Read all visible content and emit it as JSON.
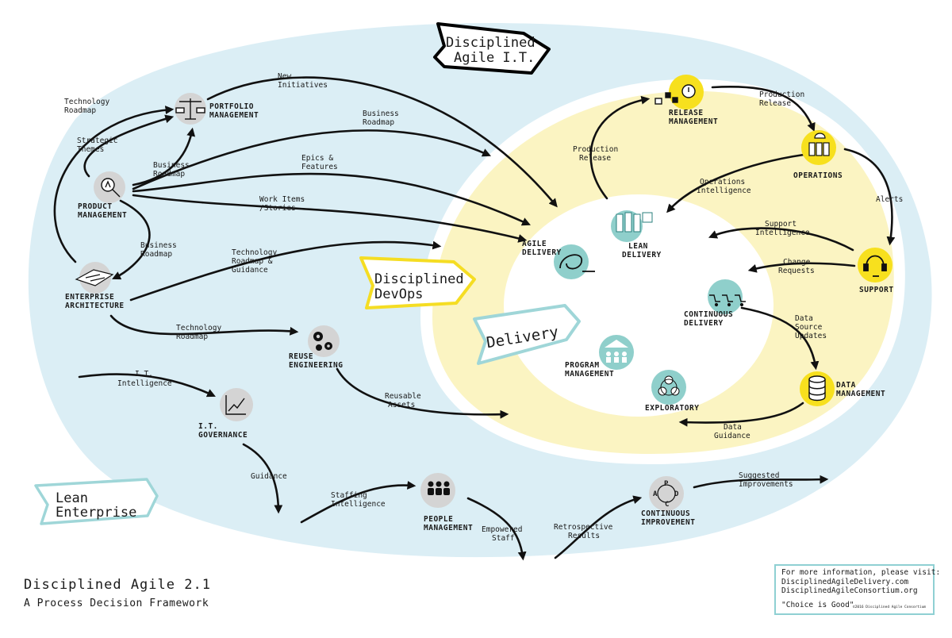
{
  "title": "Disciplined Agile 2.1",
  "subtitle": "A Process Decision Framework",
  "colors": {
    "outer": "#dbeef5",
    "ring": "#fbf4c2",
    "node_gray": "#d4d4d4",
    "node_yellow": "#f7e01e",
    "node_teal": "#8fcfcb",
    "banner_teal": "#9fd6d8",
    "banner_yellow": "#f5dd23"
  },
  "banners": {
    "it": [
      "Disciplined",
      "Agile I.T."
    ],
    "devops": [
      "Disciplined",
      "DevOps"
    ],
    "delivery": [
      "Delivery"
    ],
    "lean": [
      "Lean",
      "Enterprise"
    ]
  },
  "nodes": {
    "portfolio": [
      "PORTFOLIO",
      "MANAGEMENT"
    ],
    "product": [
      "PRODUCT",
      "MANAGEMENT"
    ],
    "enterprise": [
      "ENTERPRISE",
      "ARCHITECTURE"
    ],
    "reuse": [
      "REUSE",
      "ENGINEERING"
    ],
    "governance": [
      "I.T.",
      "GOVERNANCE"
    ],
    "people": [
      "PEOPLE",
      "MANAGEMENT"
    ],
    "improvement": [
      "CONTINUOUS",
      "IMPROVEMENT"
    ],
    "release": [
      "RELEASE",
      "MANAGEMENT"
    ],
    "operations": [
      "OPERATIONS"
    ],
    "support": [
      "SUPPORT"
    ],
    "data": [
      "DATA",
      "MANAGEMENT"
    ],
    "agile": [
      "AGILE",
      "DELIVERY"
    ],
    "lean": [
      "LEAN",
      "DELIVERY"
    ],
    "cd": [
      "CONTINUOUS",
      "DELIVERY"
    ],
    "program": [
      "PROGRAM",
      "MANAGEMENT"
    ],
    "exploratory": [
      "EXPLORATORY"
    ]
  },
  "labels": {
    "tech_roadmap_1": [
      "Technology",
      "Roadmap"
    ],
    "strategic": [
      "Strategic",
      "Themes"
    ],
    "new_init": [
      "New",
      "Initiatives"
    ],
    "biz_roadmap_1": [
      "Business",
      "Roadmap"
    ],
    "biz_roadmap_2": [
      "Business",
      "Roadmap"
    ],
    "epics": [
      "Epics &",
      "Features"
    ],
    "work_items": [
      "Work Items",
      "/Stories"
    ],
    "biz_roadmap_3": [
      "Business",
      "Roadmap"
    ],
    "tech_roadmap_guid": [
      "Technology",
      "Roadmap &",
      "Guidance"
    ],
    "tech_roadmap_2": [
      "Technology",
      "Roadmap"
    ],
    "it_intel": [
      "I.T.",
      "Intelligence"
    ],
    "reusable": [
      "Reusable",
      "Assets"
    ],
    "guidance": [
      "Guidance"
    ],
    "staffing": [
      "Staffing",
      "Intelligence"
    ],
    "empowered": [
      "Empowered",
      "Staff"
    ],
    "retro": [
      "Retrospective",
      "Results"
    ],
    "suggested": [
      "Suggested",
      "Improvements"
    ],
    "prod_release_1": [
      "Production",
      "Release"
    ],
    "prod_release_2": [
      "Production",
      "Release"
    ],
    "ops_intel": [
      "Operations",
      "Intelligence"
    ],
    "alerts": [
      "Alerts"
    ],
    "support_intel": [
      "Support",
      "Intelligence"
    ],
    "change_req": [
      "Change",
      "Requests"
    ],
    "ds_updates": [
      "Data",
      "Source",
      "Updates"
    ],
    "data_guid": [
      "Data",
      "Guidance"
    ]
  },
  "info_box": {
    "lines": [
      "For more information, please visit:",
      "DisciplinedAgileDelivery.com",
      "DisciplinedAgileConsortium.org"
    ],
    "tagline": "\"Choice is Good\"",
    "copyright": "©2016 Disciplined Agile Consortium"
  },
  "icons": {
    "portfolio": "scale-icon",
    "product": "lightbulb-icon",
    "enterprise": "blueprint-icon",
    "reuse": "gears-icon",
    "governance": "chart-icon",
    "people": "people-icon",
    "improvement": "pdca-icon",
    "release": "release-icon",
    "operations": "servers-icon",
    "support": "headset-icon",
    "data": "database-icon",
    "agile": "agile-icon",
    "lean": "kanban-icon",
    "cd": "carts-icon",
    "program": "team-icon",
    "exploratory": "cycle-icon"
  },
  "pdca": [
    "P",
    "D",
    "C",
    "A"
  ]
}
